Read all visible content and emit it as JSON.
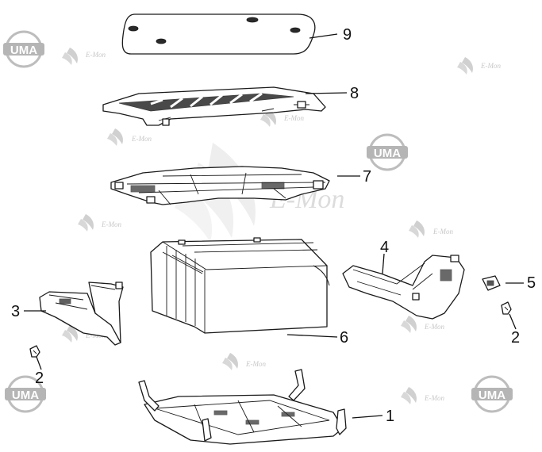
{
  "diagram": {
    "callouts": [
      {
        "id": "1",
        "label": "1"
      },
      {
        "id": "2a",
        "label": "2"
      },
      {
        "id": "2b",
        "label": "2"
      },
      {
        "id": "3",
        "label": "3"
      },
      {
        "id": "4",
        "label": "4"
      },
      {
        "id": "5",
        "label": "5"
      },
      {
        "id": "6",
        "label": "6"
      },
      {
        "id": "7",
        "label": "7"
      },
      {
        "id": "8",
        "label": "8"
      },
      {
        "id": "9",
        "label": "9"
      }
    ]
  },
  "watermarks": {
    "logo_text": "UMA",
    "brand_text": "E-Mon",
    "brand_large_text": "E-Mon"
  },
  "colors": {
    "line": "#1a1a1a",
    "watermark": "#c8c8c8",
    "logo_ring": "#b8b8b8"
  }
}
